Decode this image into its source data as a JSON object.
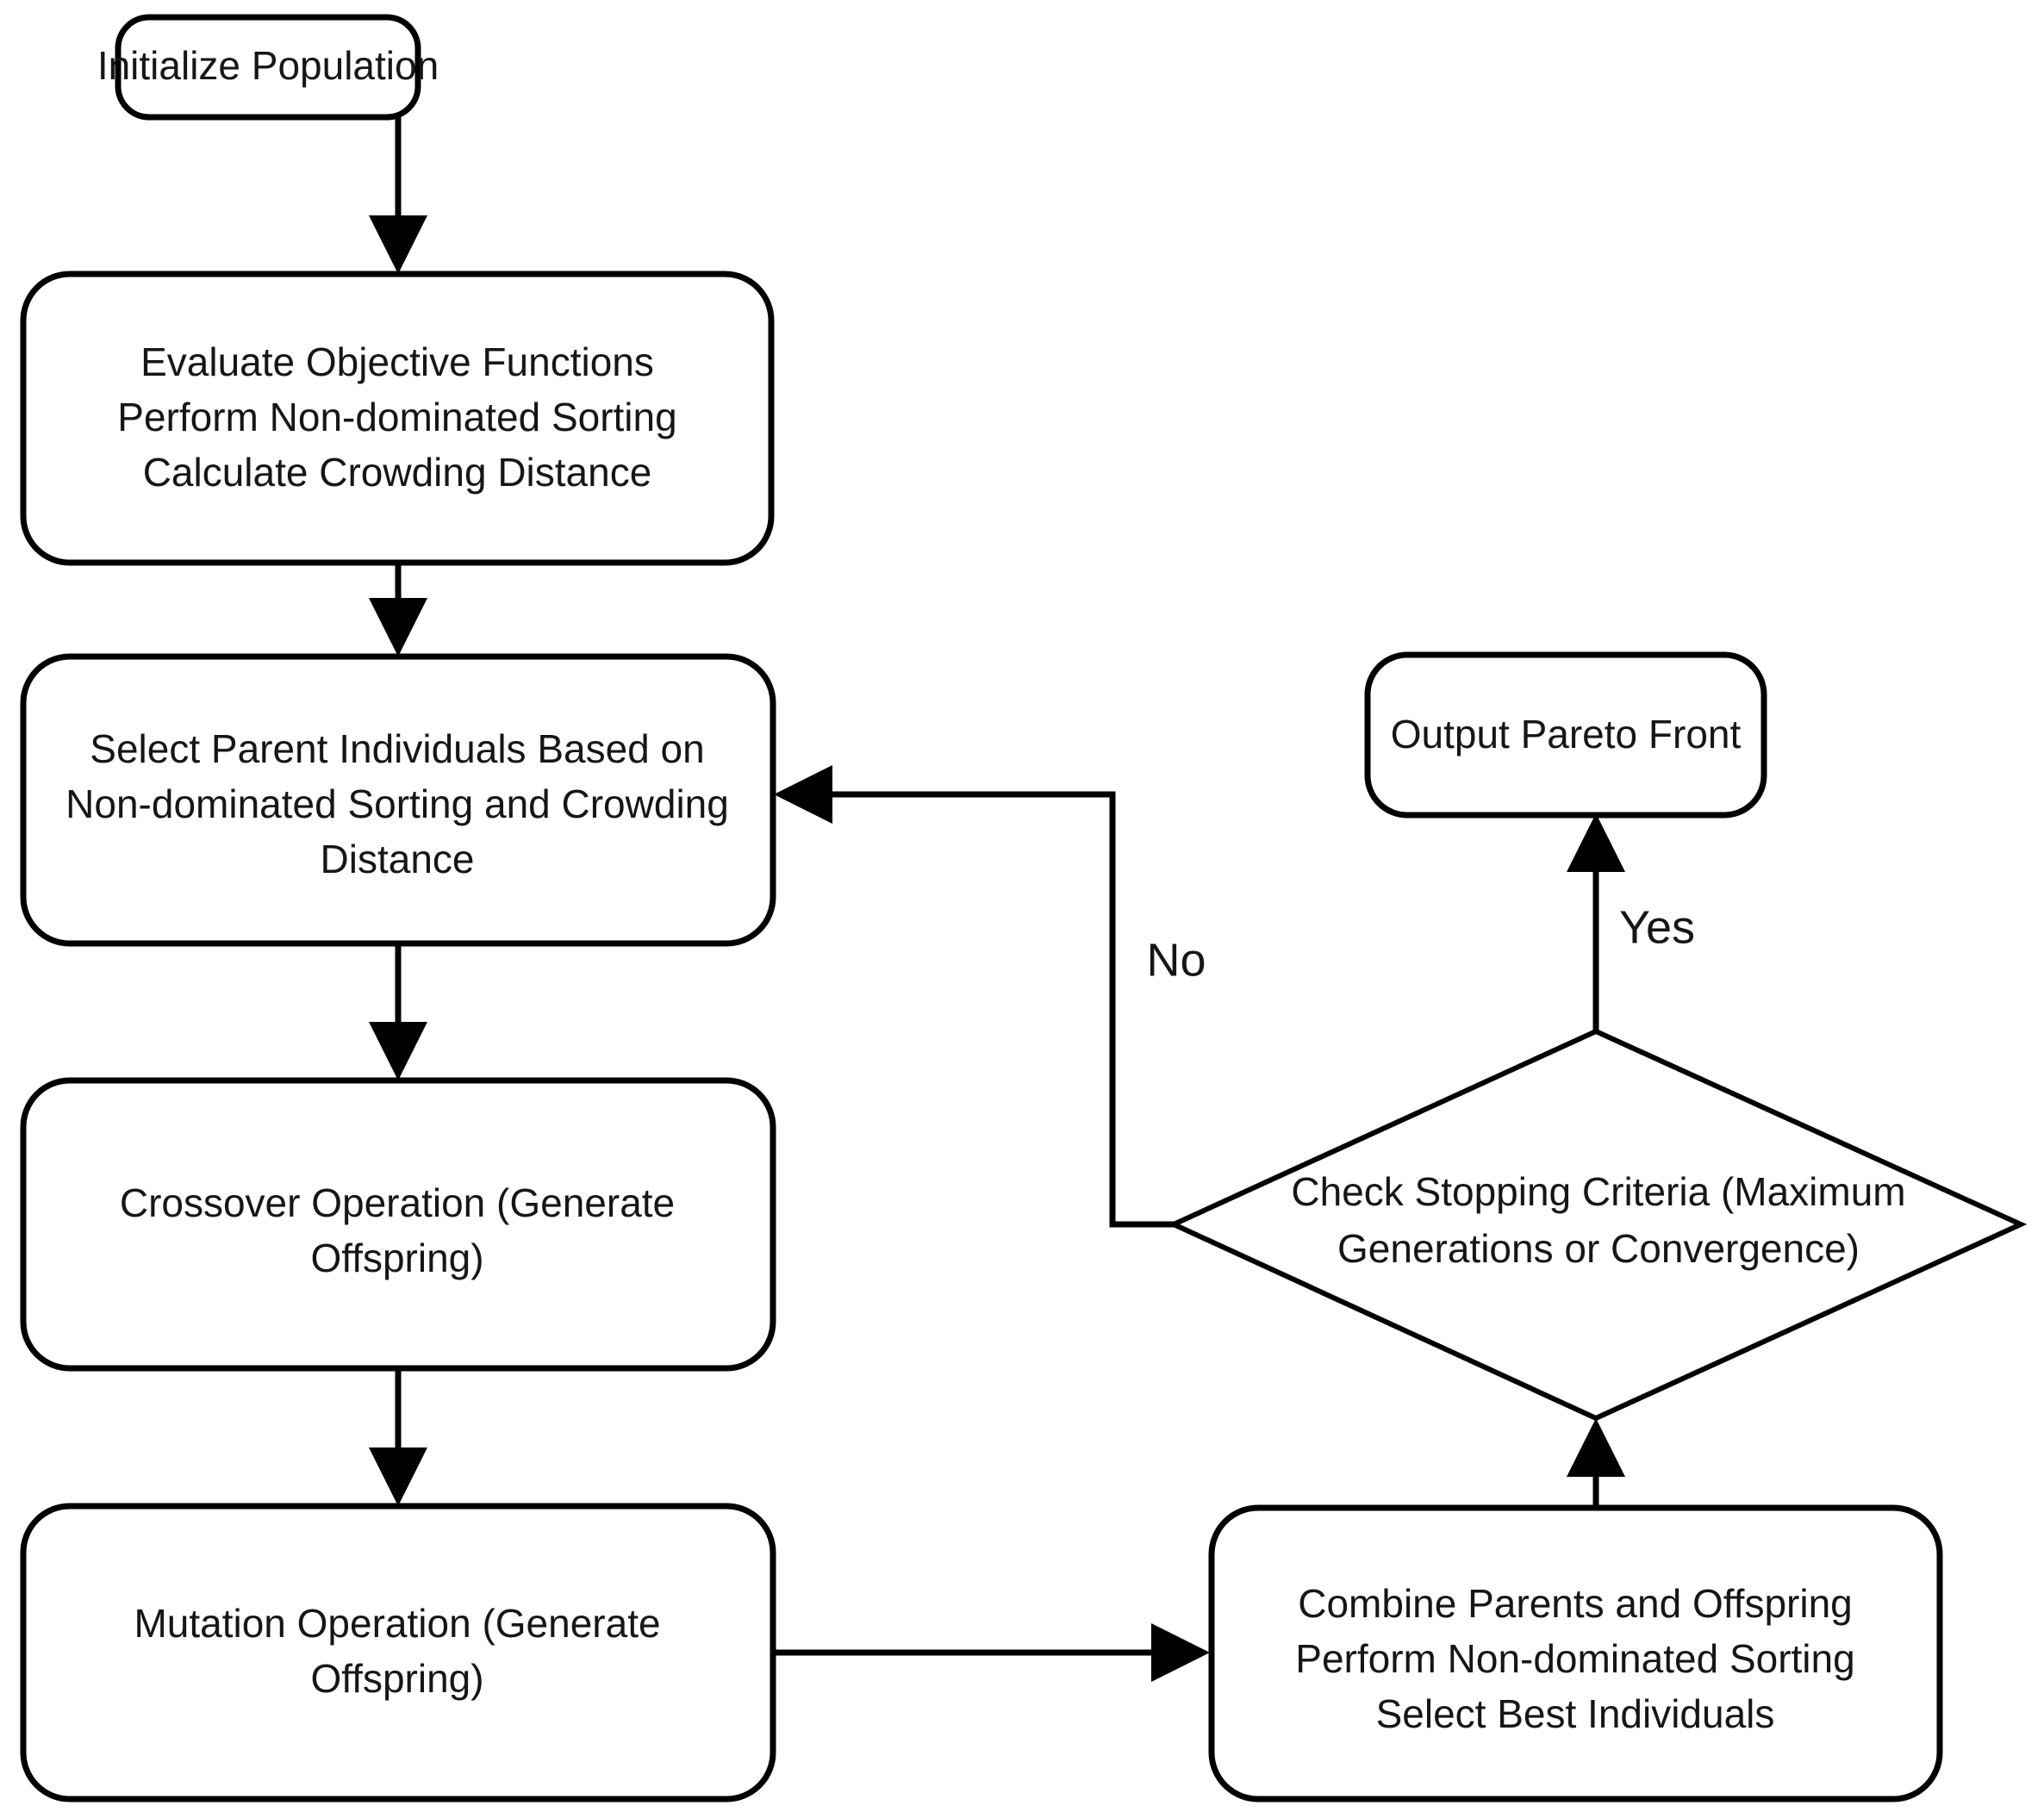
{
  "diagram": {
    "title": "NSGA-II Multi-objective Optimization Flowchart",
    "type": "flowchart",
    "background_color": "#ffffff",
    "line_color": "#000000",
    "text_color": "#161616",
    "nodes": [
      {
        "id": "initialize",
        "shape": "rounded-rectangle",
        "lines": [
          "Initialize Population"
        ]
      },
      {
        "id": "evaluate",
        "shape": "rounded-rectangle",
        "lines": [
          "Evaluate Objective Functions",
          "Perform Non-dominated Sorting",
          "Calculate Crowding Distance"
        ]
      },
      {
        "id": "select-parents",
        "shape": "rounded-rectangle",
        "lines": [
          "Select Parent Individuals Based on",
          "Non-dominated Sorting and Crowding",
          "Distance"
        ]
      },
      {
        "id": "crossover",
        "shape": "rounded-rectangle",
        "lines": [
          "Crossover Operation (Generate",
          "Offspring)"
        ]
      },
      {
        "id": "mutation",
        "shape": "rounded-rectangle",
        "lines": [
          "Mutation Operation (Generate",
          "Offspring)"
        ]
      },
      {
        "id": "combine",
        "shape": "rounded-rectangle",
        "lines": [
          "Combine Parents and Offspring",
          "Perform Non-dominated Sorting",
          "Select Best Individuals"
        ]
      },
      {
        "id": "check-stopping",
        "shape": "diamond",
        "lines": [
          "Check Stopping Criteria (Maximum",
          "Generations or Convergence)"
        ]
      },
      {
        "id": "output",
        "shape": "rounded-rectangle",
        "lines": [
          "Output Pareto Front"
        ]
      }
    ],
    "edge_labels": {
      "no": "No",
      "yes": "Yes"
    },
    "edges": [
      {
        "from": "initialize",
        "to": "evaluate",
        "label": ""
      },
      {
        "from": "evaluate",
        "to": "select-parents",
        "label": ""
      },
      {
        "from": "select-parents",
        "to": "crossover",
        "label": ""
      },
      {
        "from": "crossover",
        "to": "mutation",
        "label": ""
      },
      {
        "from": "mutation",
        "to": "combine",
        "label": ""
      },
      {
        "from": "combine",
        "to": "check-stopping",
        "label": ""
      },
      {
        "from": "check-stopping",
        "to": "output",
        "label": "Yes"
      },
      {
        "from": "check-stopping",
        "to": "select-parents",
        "label": "No"
      }
    ]
  }
}
